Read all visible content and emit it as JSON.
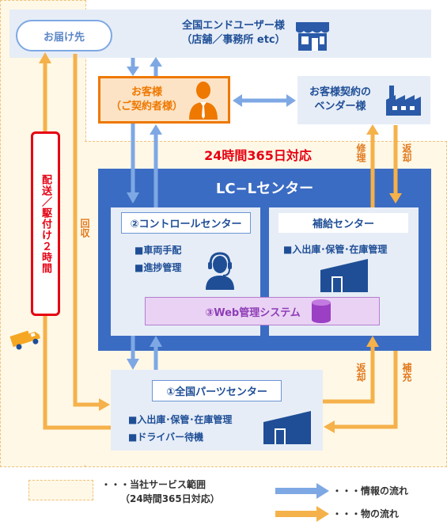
{
  "delivery_dest": "お届け先",
  "end_users": {
    "line1": "全国エンドユーザー様",
    "line2": "（店舗／事務所 etc）"
  },
  "customer": {
    "line1": "お客様",
    "line2": "（ご契約者様）"
  },
  "vendor": {
    "line1": "お客様契約の",
    "line2": "ベンダー様"
  },
  "support_hours": "24時間365日対応",
  "lcl_center": "LC−Lセンター",
  "control_center": {
    "title": "②コントロールセンター",
    "items": [
      "■車両手配",
      "■進捗管理"
    ]
  },
  "supply_center": {
    "title": "補給センター",
    "items": [
      "■入出庫･保管･在庫管理"
    ]
  },
  "web_system": "③Web管理システム",
  "parts_center": {
    "title": "①全国パーツセンター",
    "items": [
      "■入出庫･保管･在庫管理",
      "■ドライバー待機"
    ]
  },
  "delivery_note": "配送／駆付け２時間",
  "flow_labels": {
    "collect": "回収",
    "repair": "修理",
    "return_top": "返却",
    "return_bottom": "返却",
    "replenish": "補充"
  },
  "legend": {
    "service_range_line1": "・・・当社サービス範囲",
    "service_range_line2": "（24時間365日対応）",
    "info_flow": "・・・情報の流れ",
    "goods_flow": "・・・物の流れ"
  },
  "colors": {
    "info_arrow": "#7ea8e4",
    "goods_arrow": "#f5b14a",
    "lcl_blue": "#3b6cc3",
    "accent_red": "#e60012",
    "highlight_orange": "#ee7800"
  }
}
